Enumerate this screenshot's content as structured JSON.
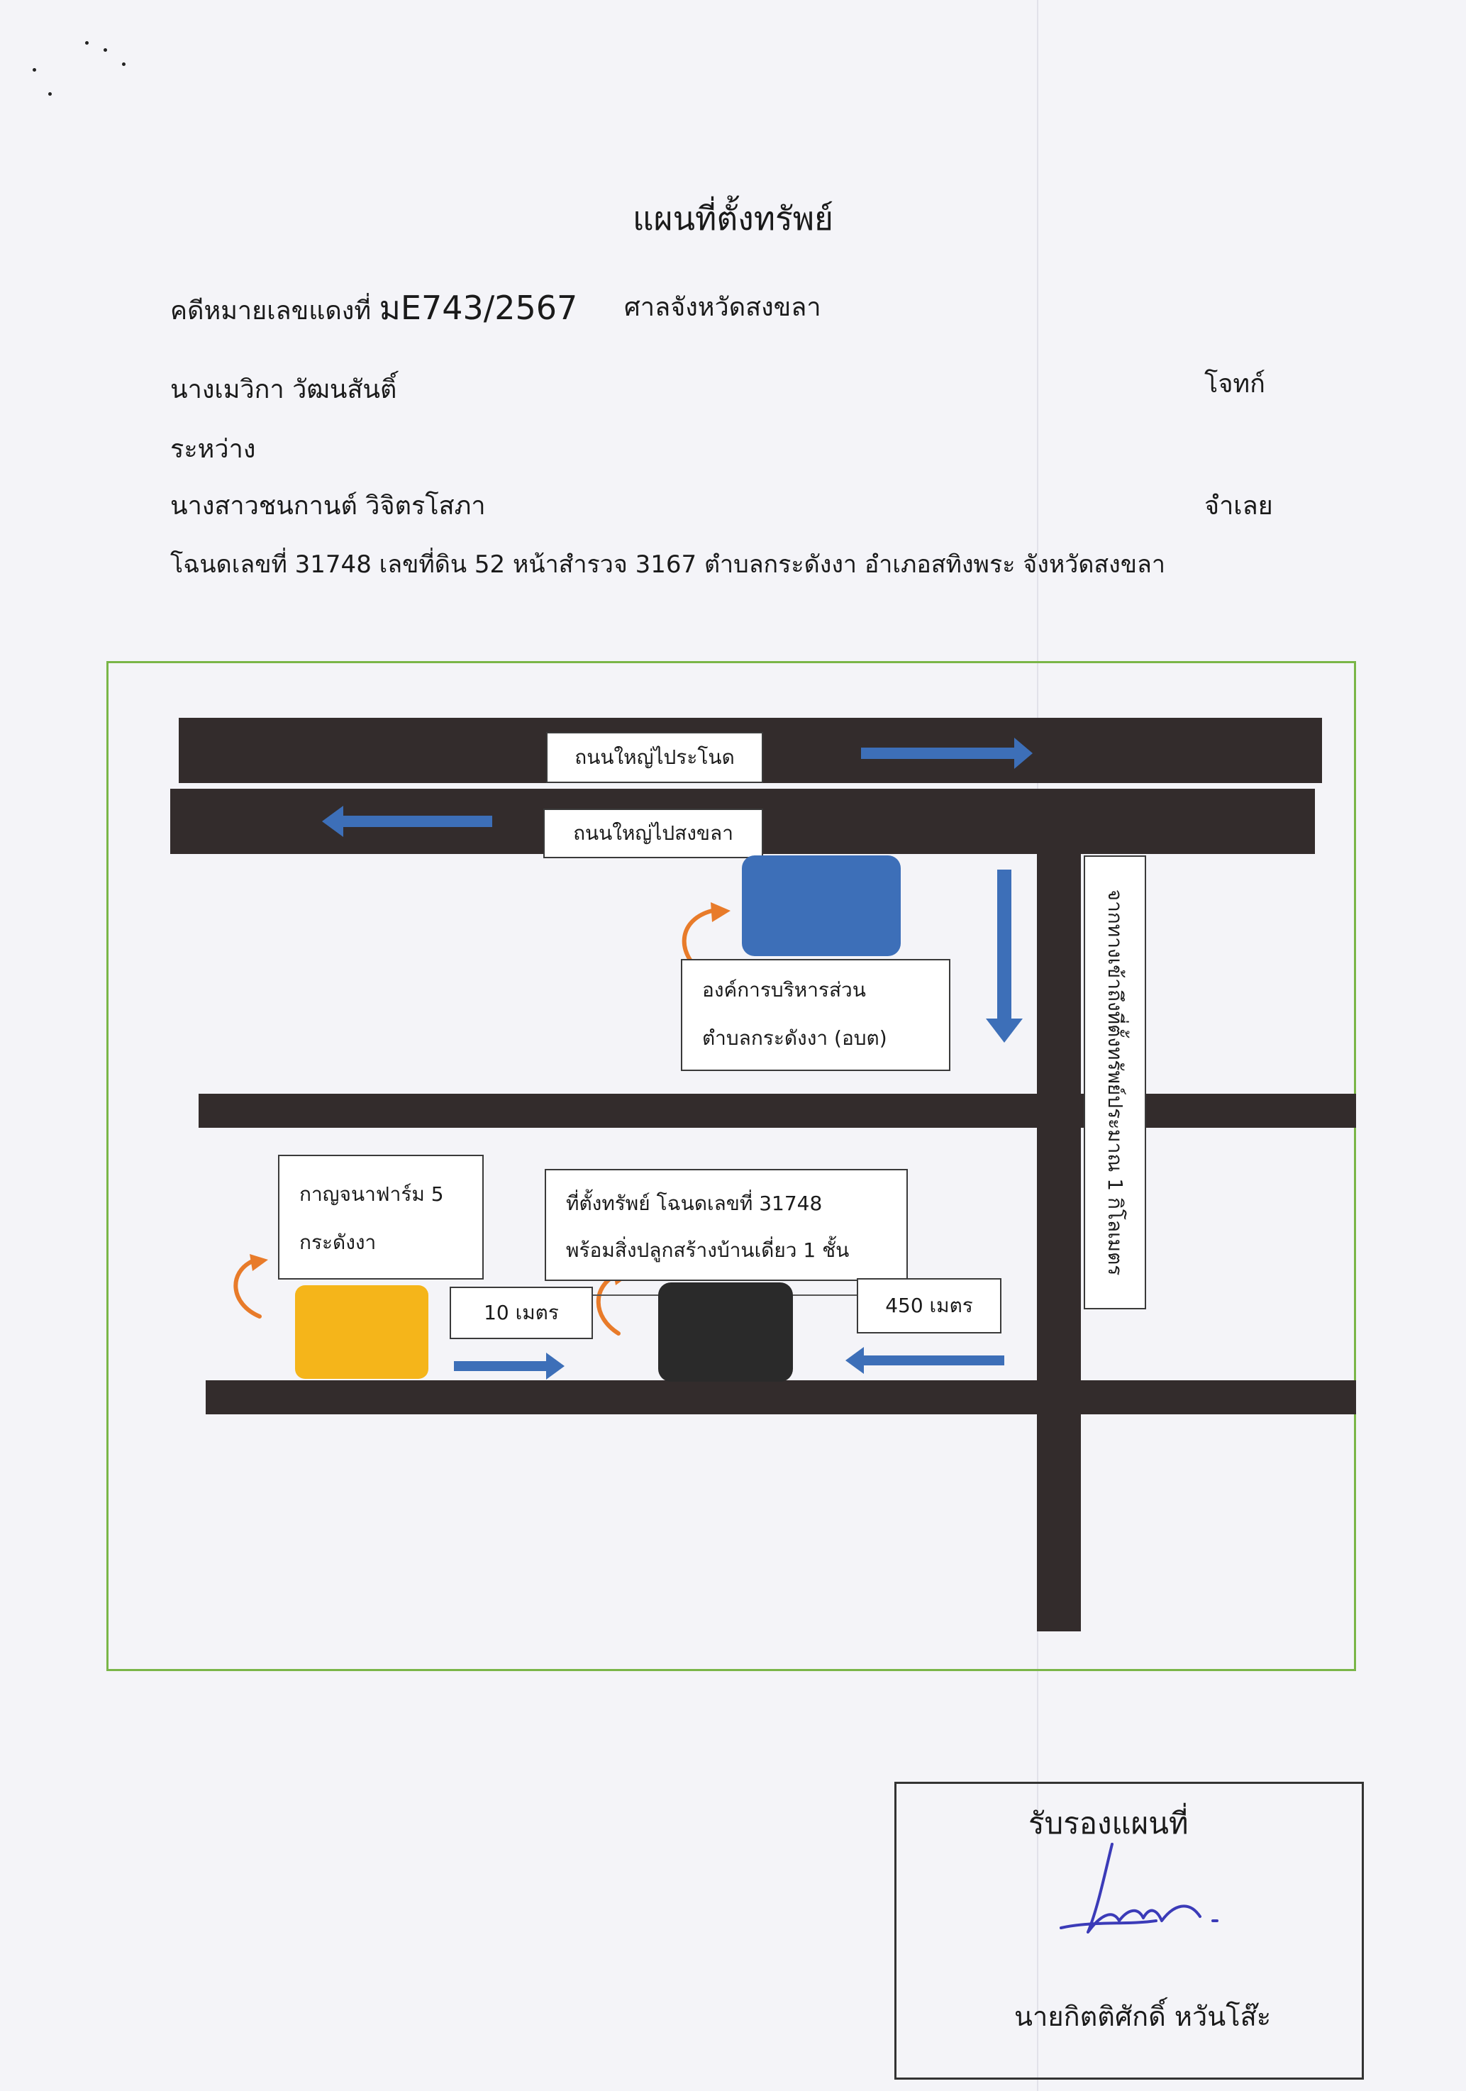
{
  "document": {
    "title": "แผนที่ตั้งทรัพย์",
    "case_label": "คดีหมายเลขแดงที่",
    "case_number": "มE743/2567",
    "court": "ศาลจังหวัดสงขลา",
    "plaintiff_name": "นางเมวิกา  วัฒนสันติ์",
    "plaintiff_role": "โจทก์",
    "between": "ระหว่าง",
    "defendant_name": "นางสาวชนกานต์ วิจิตรโสภา",
    "defendant_role": "จำเลย",
    "deed_line": "โฉนดเลขที่ 31748 เลขที่ดิน 52 หน้าสำรวจ 3167  ตำบลกระดังงา อำเภอสทิงพระ จังหวัดสงขลา"
  },
  "map": {
    "road_to_pranot": "ถนนใหญ่ไประโนด",
    "road_to_songkhla": "ถนนใหญ่ไปสงขลา",
    "sao_line1": "องค์การบริหารส่วน",
    "sao_line2": "ตำบลกระดังงา (อบต)",
    "vertical_road_label": "จากทางเข้าถึงที่ตั้งทรัพย์ประมาณ 1 กิโลเมตร",
    "farm_line1": "กาญจนาฟาร์ม 5",
    "farm_line2": "กระดังงา",
    "property_line1": "ที่ตั้งทรัพย์ โฉนดเลขที่ 31748",
    "property_line2": "พร้อมสิ่งปลูกสร้างบ้านเดี่ยว 1 ชั้น",
    "distance_10": "10 เมตร",
    "distance_450": "450 เมตร",
    "colors": {
      "frame": "#7ab648",
      "road": "#332c2c",
      "arrow_blue": "#3d6fb8",
      "arrow_orange": "#e87b2a",
      "sao_building": "#3d6fb8",
      "farm_building": "#f5b51a",
      "property_building": "#2a2a2a"
    }
  },
  "signature": {
    "title": "รับรองแผนที่",
    "name": "นายกิตติศักดิ์  หวันโส๊ะ"
  }
}
